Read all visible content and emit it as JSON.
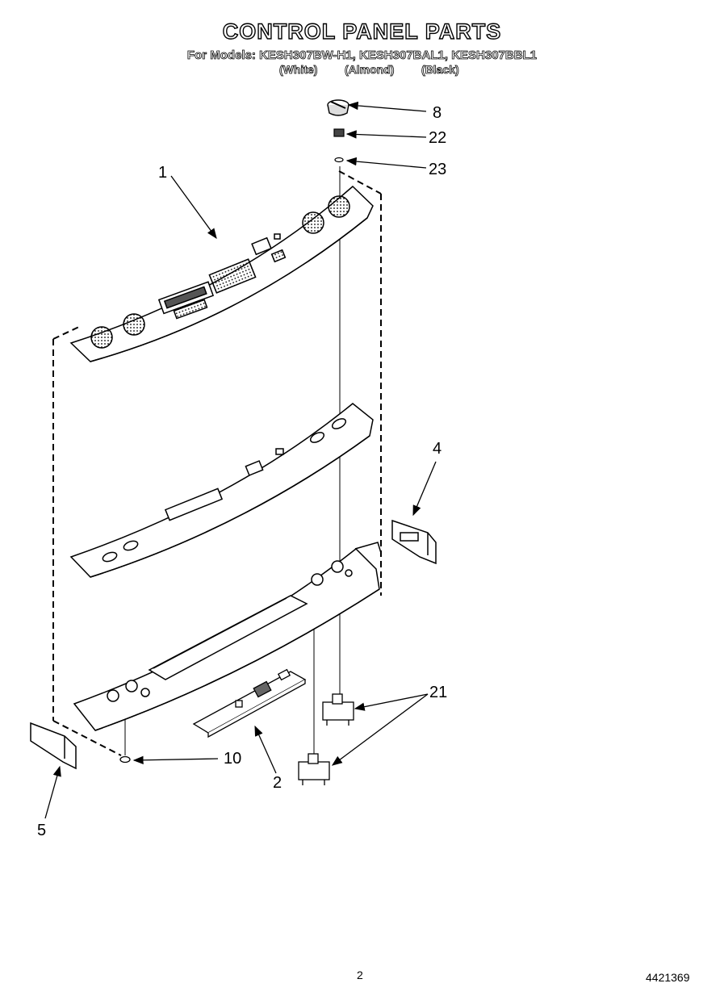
{
  "header": {
    "title": "CONTROL PANEL PARTS",
    "models": "For Models: KESH307BW-H1, KESH307BAL1, KESH307BBL1",
    "variants": [
      "(White)",
      "(Almond)",
      "(Black)"
    ]
  },
  "parts": [
    {
      "id": "part-8",
      "number": "8"
    },
    {
      "id": "part-22",
      "number": "22"
    },
    {
      "id": "part-23",
      "number": "23"
    },
    {
      "id": "part-1",
      "number": "1"
    },
    {
      "id": "part-4",
      "number": "4"
    },
    {
      "id": "part-21",
      "number": "21"
    },
    {
      "id": "part-10",
      "number": "10"
    },
    {
      "id": "part-2",
      "number": "2"
    },
    {
      "id": "part-5",
      "number": "5"
    }
  ],
  "footer": {
    "page_number": "2",
    "document_number": "4421369"
  }
}
